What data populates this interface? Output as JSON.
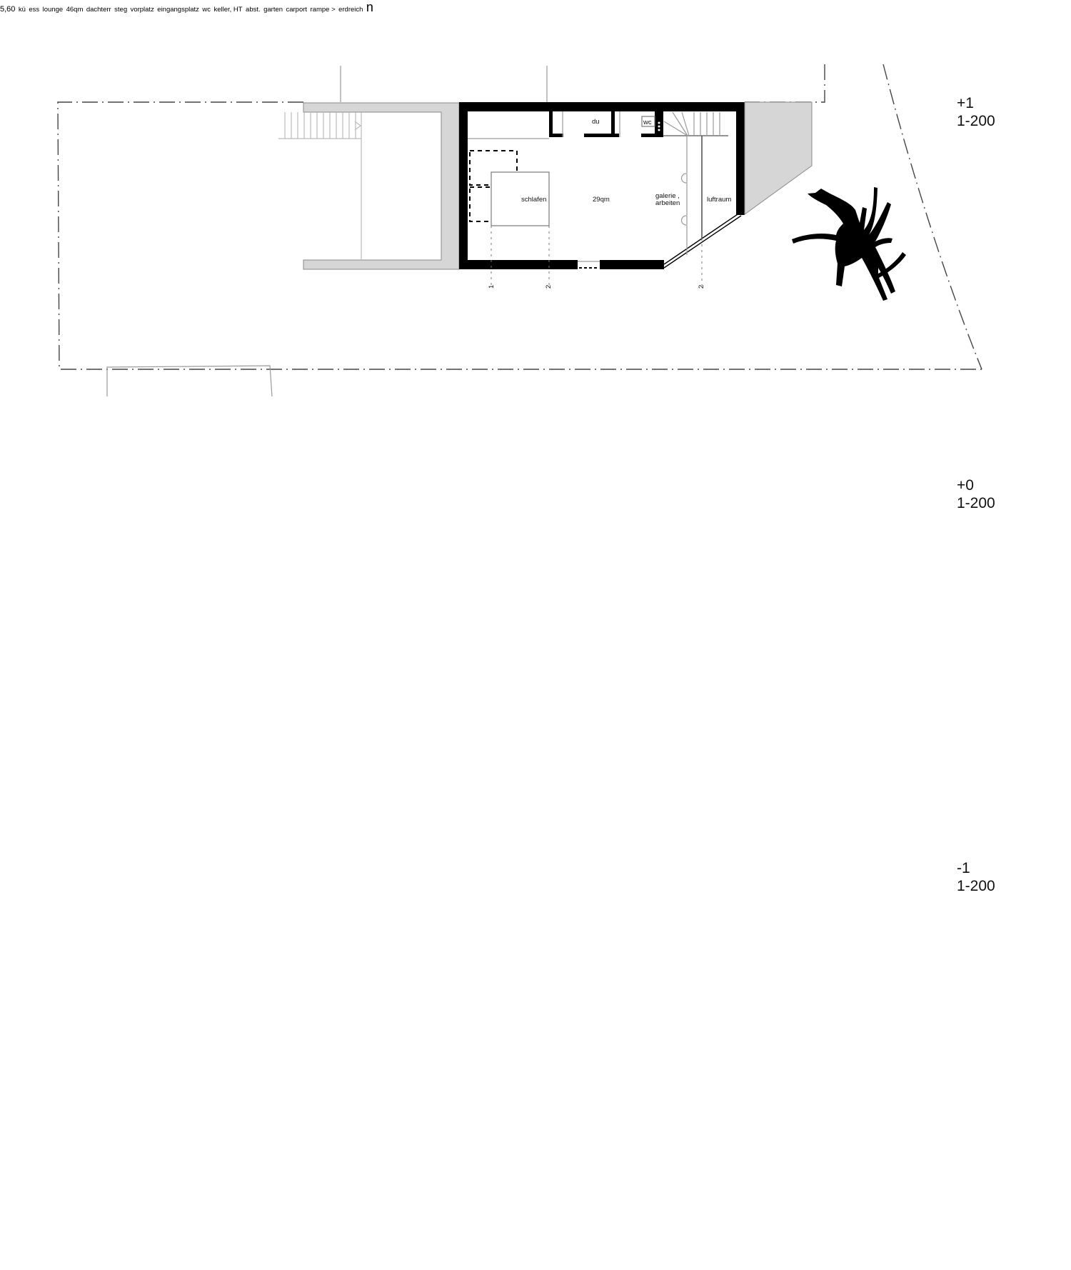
{
  "drawing": {
    "title": "Floor plans",
    "levels": [
      {
        "id": "level-plus-1",
        "name": "+1",
        "scale": "1-200",
        "rooms": {
          "schlafen": "schlafen",
          "area": "29qm",
          "galerie": "galerie ,",
          "arbeiten": "arbeiten",
          "luftraum": "luftraum",
          "du": "du",
          "wc": "wc"
        },
        "axis_marks": [
          "1",
          "2",
          "2"
        ]
      },
      {
        "id": "level-0",
        "name": "+0",
        "scale": "1-200",
        "rooms": {
          "kueche": "kü",
          "ess": "ess",
          "dachterr": "dachterr",
          "lounge": "lounge",
          "area": "46qm",
          "steg": "steg",
          "vorplatz": "vorplatz",
          "eingangsplatz": "eingangsplatz"
        },
        "dimension": "5,60"
      },
      {
        "id": "level-minus-1",
        "name": "-1",
        "scale": "1-200",
        "rooms": {
          "abst": "abst.",
          "wc": "wc",
          "keller": "keller, HT",
          "garten": "garten",
          "carport": "carport",
          "rampe": "rampe >",
          "erdreich": "erdreich"
        }
      }
    ],
    "north_arrow": {
      "label": "n"
    },
    "colors": {
      "wall": "#000000",
      "slab": "#d6d6d6",
      "background": "#ffffff"
    }
  }
}
